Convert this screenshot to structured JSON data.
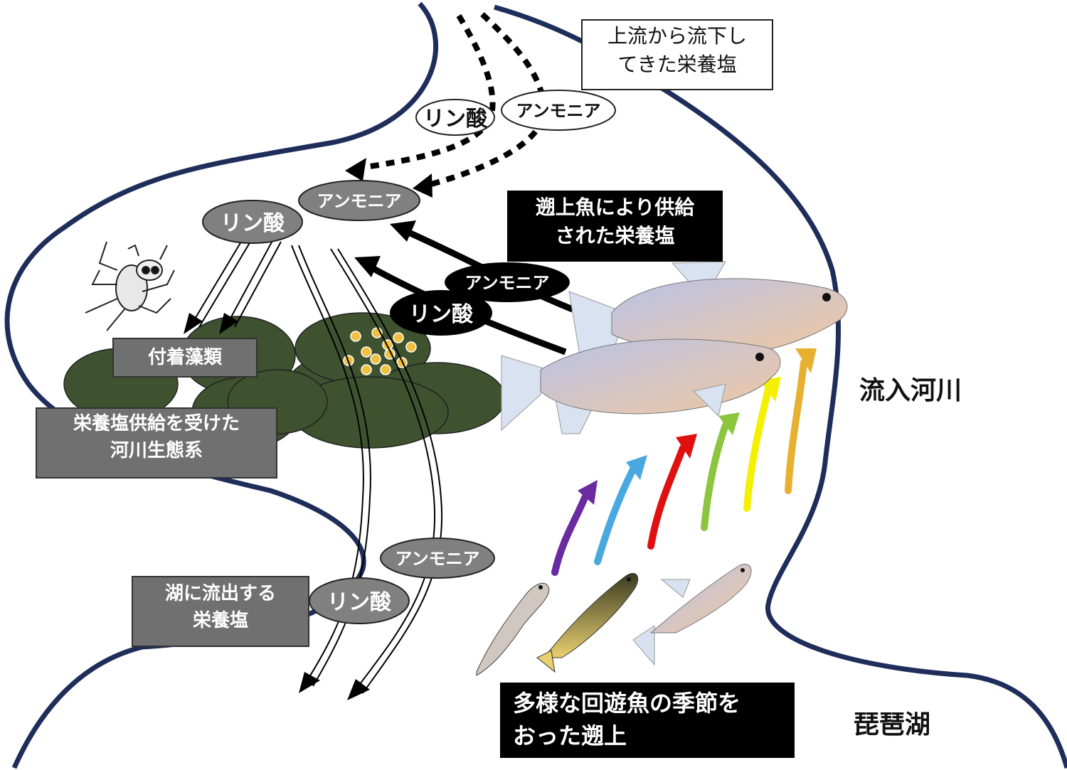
{
  "labels": {
    "upstream_nutrients": [
      "上流から流下し",
      "てきた栄養塩"
    ],
    "fish_supplied_nutrients": [
      "遡上魚により供給",
      "された栄養塩"
    ],
    "periphyton": "付着藻類",
    "river_ecosystem": [
      "栄養塩供給を受けた",
      "河川生態系"
    ],
    "lake_outflow": [
      "湖に流出する",
      "栄養塩"
    ],
    "migration": [
      "多様な回遊魚の季節を",
      "おった遡上"
    ],
    "inflow_river": "流入河川",
    "lake_biwa": "琵琶湖"
  },
  "chemicals": {
    "phosphate": "リン酸",
    "ammonia": "アンモニア"
  },
  "colors": {
    "shoreline": "#1f2d5a",
    "algae": "#3e5230",
    "gray_ellipse": "#808080",
    "black_ellipse": "#000000",
    "arrow_colors": [
      "#6a2aa0",
      "#4aa8e0",
      "#e01010",
      "#8cc63f",
      "#f4f000",
      "#e8b030"
    ]
  }
}
